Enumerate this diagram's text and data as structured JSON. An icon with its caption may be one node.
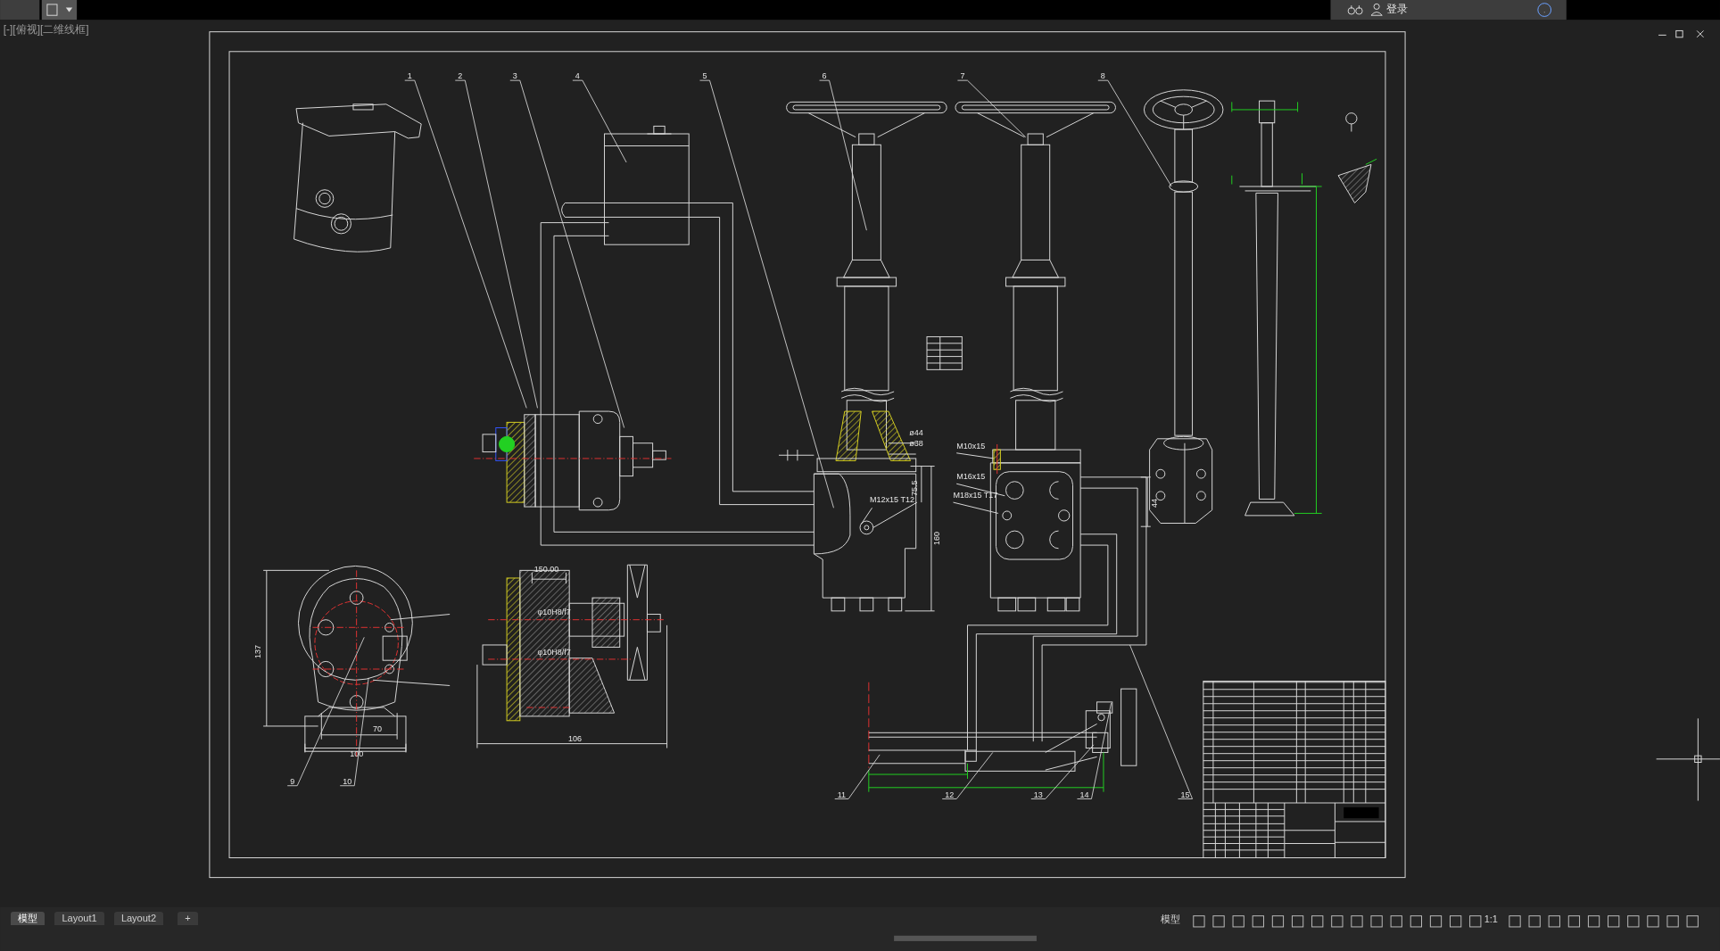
{
  "diagram": {
    "nodes": [
      {
        "text": [
          "1"
        ]
      },
      {
        "text": [
          "2"
        ]
      },
      {
        "text": [
          "3"
        ]
      },
      {
        "text": [
          "4"
        ]
      },
      {
        "text": [
          "5"
        ]
      },
      {
        "text": [
          "6"
        ]
      },
      {
        "text": [
          "7"
        ]
      },
      {
        "text": [
          "8"
        ]
      },
      {
        "text": [
          "9"
        ]
      },
      {
        "text": [
          "10"
        ]
      },
      {
        "text": [
          "11"
        ]
      },
      {
        "text": [
          "12"
        ]
      },
      {
        "text": [
          "13"
        ]
      },
      {
        "text": [
          "14"
        ]
      },
      {
        "text": [
          "15"
        ]
      },
      {
        "text": [],
        "shape": "picture"
      },
      {
        "text": [],
        "shape": "picture"
      },
      {
        "text": [],
        "shape": "picture"
      },
      {
        "text": [],
        "shape": "picture"
      },
      {
        "text": [],
        "shape": "picture"
      },
      {
        "text": [],
        "shape": "picture"
      },
      {
        "text": [],
        "shape": "picture"
      },
      {
        "text": [],
        "shape": "picture"
      }
    ],
    "edges": [
      {
        "from": 0,
        "to": 15,
        "arrow": "none"
      },
      {
        "from": 1,
        "to": 15,
        "arrow": "none"
      },
      {
        "from": 2,
        "to": 15,
        "arrow": "none"
      },
      {
        "from": 3,
        "to": 16,
        "arrow": "none"
      },
      {
        "from": 4,
        "to": 17,
        "arrow": "none"
      },
      {
        "from": 5,
        "to": 17,
        "arrow": "none"
      },
      {
        "from": 6,
        "to": 18,
        "arrow": "none"
      },
      {
        "from": 7,
        "to": 19,
        "arrow": "none"
      },
      {
        "from": 8,
        "to": 20,
        "arrow": "none"
      },
      {
        "from": 9,
        "to": 20,
        "arrow": "none"
      },
      {
        "from": 10,
        "to": 21,
        "arrow": "none"
      },
      {
        "from": 11,
        "to": 21,
        "arrow": "none"
      },
      {
        "from": 12,
        "to": 21,
        "arrow": "none"
      },
      {
        "from": 13,
        "to": 21,
        "arrow": "none"
      },
      {
        "from": 14,
        "to": 22,
        "arrow": "none"
      }
    ],
    "labels": [
      "登录",
      "[-][俯视][二维线框]",
      "ø44",
      "ø38",
      "M10x15",
      "M16x15",
      "75.5",
      "M18x15 T17",
      "M12x15 T12",
      "44",
      "160",
      "150.00",
      "φ10H8/f7",
      "137",
      "φ10H8/f7",
      "70",
      "106",
      "100",
      "模型",
      "Layout1",
      "Layout2",
      "+",
      "模型",
      "1:1"
    ]
  }
}
